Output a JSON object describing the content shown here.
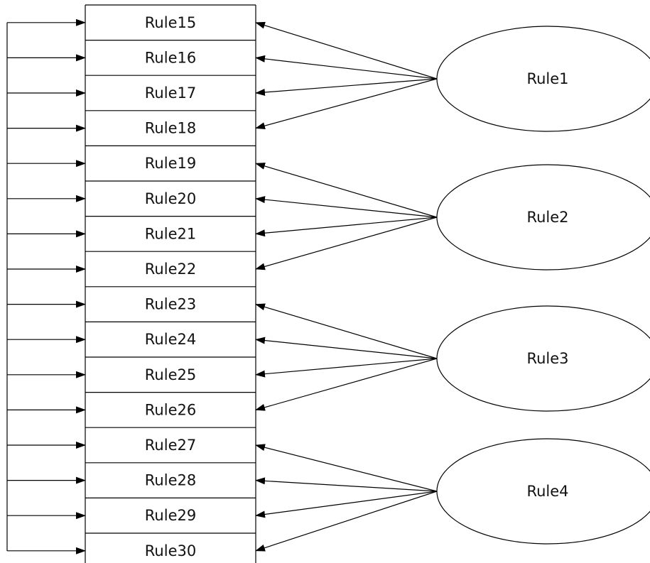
{
  "rule_table": {
    "rows": [
      {
        "label": "Rule15"
      },
      {
        "label": "Rule16"
      },
      {
        "label": "Rule17"
      },
      {
        "label": "Rule18"
      },
      {
        "label": "Rule19"
      },
      {
        "label": "Rule20"
      },
      {
        "label": "Rule21"
      },
      {
        "label": "Rule22"
      },
      {
        "label": "Rule23"
      },
      {
        "label": "Rule24"
      },
      {
        "label": "Rule25"
      },
      {
        "label": "Rule26"
      },
      {
        "label": "Rule27"
      },
      {
        "label": "Rule28"
      },
      {
        "label": "Rule29"
      },
      {
        "label": "Rule30"
      }
    ]
  },
  "groups": [
    {
      "label": "Rule1",
      "targets": [
        "Rule15",
        "Rule16",
        "Rule17",
        "Rule18"
      ]
    },
    {
      "label": "Rule2",
      "targets": [
        "Rule19",
        "Rule20",
        "Rule21",
        "Rule22"
      ]
    },
    {
      "label": "Rule3",
      "targets": [
        "Rule23",
        "Rule24",
        "Rule25",
        "Rule26"
      ]
    },
    {
      "label": "Rule4",
      "targets": [
        "Rule27",
        "Rule28",
        "Rule29",
        "Rule30"
      ]
    }
  ],
  "colors": {
    "stroke": "#000000",
    "text": "#111111",
    "background": "#ffffff"
  }
}
